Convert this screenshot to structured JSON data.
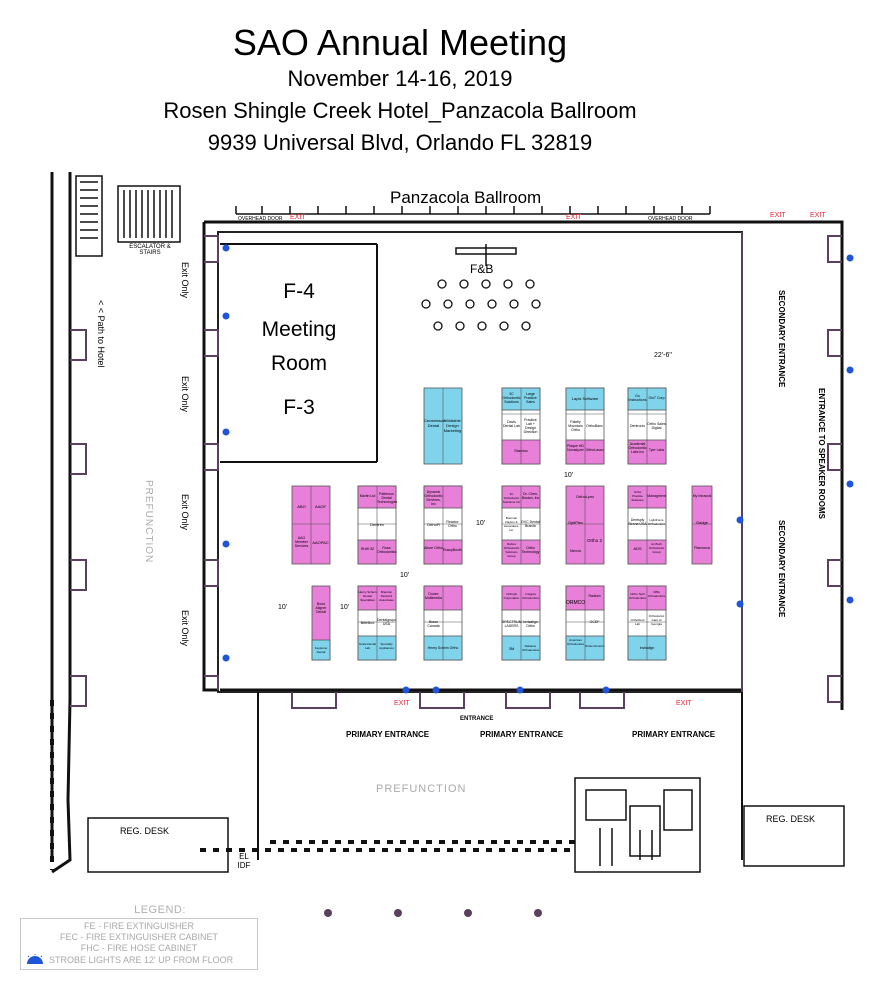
{
  "header": {
    "title": "SAO Annual Meeting",
    "dates": "November 14-16, 2019",
    "venue": "Rosen Shingle Creek Hotel_Panzacola Ballroom",
    "address": "9939 Universal Blvd, Orlando FL 32819"
  },
  "plan": {
    "ballroom_label": "Panzacola Ballroom",
    "fb_label": "F&B",
    "meeting_room": {
      "top": "F-4",
      "mid1": "Meeting",
      "mid2": "Room",
      "bottom": "F-3"
    },
    "escalator_label": "ESCALATOR & STAIRS",
    "path_to_hotel": "< < Path to Hotel",
    "prefunction_left": "PREFUNCTION",
    "prefunction_bottom": "PREFUNCTION",
    "primary_entrance": "PRIMARY ENTRANCE",
    "entrance": "ENTRANCE",
    "secondary_entrance": "SECONDARY ENTRANCE",
    "speaker_rooms": "ENTRANCE TO SPEAKER ROOMS",
    "reg_desk": "REG. DESK",
    "exit_only": "Exit Only",
    "overhead_door": "OVERHEAD DOOR",
    "exit": "EXIT",
    "el_idf": "EL IDF",
    "dim_10": "10'",
    "dim_22": "22'-6\""
  },
  "booths": {
    "col1": [
      "Ceramiracle Dental",
      "Wildtable Design Marketing"
    ],
    "col2": [
      "3C Orthodontic Solutions",
      "Large Practice Sales",
      "Davis Dental Lab",
      "Practice Lab + Design Direction",
      "Stardoc"
    ],
    "col3": [
      "Lapis Software",
      "Patelly Mountain Ortho",
      "OrthoBanc",
      "Plaque HD Nomalyzer",
      "OrthoLasso"
    ],
    "col4": [
      "Go Instructions",
      "GluT Corp",
      "Dentronix",
      "Ortho Sales Digital",
      "Acadental Orthodontic Labs Inc",
      "Tyer Labs"
    ],
    "row2a": [
      "ABO",
      "AAOF",
      "AAO Member Services",
      "AAOPAC"
    ],
    "row2b": [
      "Martin Ltd",
      "Patterson Dental Technologies",
      "Dentrex",
      "Shift 32",
      "Rosa Orthodontics"
    ],
    "row2c": [
      "Dynamic Orthodontic Services, Inc",
      "OrthoFi",
      "Reactor Ortho",
      "Allure Ortho",
      "RussyBooth"
    ],
    "row2d": [
      "3C Orthodontic Solutions Inc",
      "Dr. Chen, Boston, Inc",
      "Brennan Dayton & Associates, Inc.",
      "DVC Dental Brands",
      "Rebus Orthodontic Solutions Group",
      "Ortho Technology"
    ],
    "row2e": [
      "OrthoLynx",
      "OptiPlex",
      "Ortho 2",
      "Nexxo"
    ],
    "row2f": [
      "Ortho Practice Solutions",
      "Managment",
      "Dentsply Sirona USA",
      "LightForce Orthodontics",
      "ADS",
      "AmTech Orthodontic Group"
    ],
    "row2g": [
      "My Intraoral",
      "Gadge",
      "Planmeca"
    ],
    "row3a": [
      "Bond Aligner Dental",
      "Keystone Dental"
    ],
    "row3b": [
      "Henry Schein Dental Specialties",
      "Brandon Dental & Associates",
      "BiteBox",
      "Dentalgrupo USA",
      "Smile Dental Lab",
      "Specialty Appliances"
    ],
    "row3c": [
      "Doctor Multimedia",
      "Brace Canada",
      "Henry Schein Ortho"
    ],
    "row3d": [
      "Orthopli Corporation",
      "Insignia Orthodontics",
      "SPECTRUM LASERS",
      "Invisalign Ortho",
      "3M",
      "Reliance Orthodontics"
    ],
    "row3e": [
      "ORMCO",
      "Radium",
      "OCEF",
      "American Orthodontics",
      "Smile Doctors"
    ],
    "row3f": [
      "Ortho Tech Orthodontics",
      "OBG Orthodontics",
      "OrthoDent Lab",
      "Orthodontic Care of Georgia",
      "Invisalign"
    ]
  },
  "legend": {
    "title": "LEGEND:",
    "items": [
      "FE - FIRE EXTINGUISHER",
      "FEC - FIRE EXTINGUISHER CABINET",
      "FHC - FIRE HOSE CABINET"
    ],
    "strobe": "STROBE LIGHTS ARE 12' UP FROM FLOOR",
    "strobe_icon": "strobe-icon"
  },
  "colors": {
    "pink": "#e87fd8",
    "blue": "#7fd4ec",
    "wall": "#111111",
    "dark_purple": "#5a3f5e",
    "exit_red": "#e02020",
    "strobe_blue": "#1f55d8"
  }
}
